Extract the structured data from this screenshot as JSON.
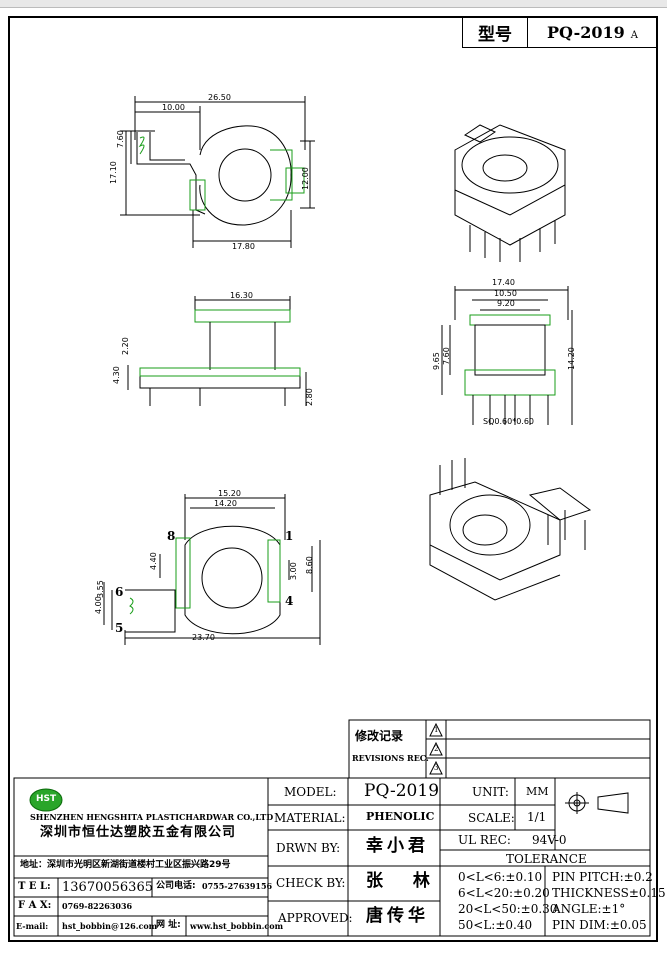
{
  "title_block": {
    "type_label": "型号",
    "part_no": "PQ-2019",
    "rev": "A"
  },
  "views": {
    "top": {
      "d1": "26.50",
      "d2": "10.00",
      "d3": "7.60",
      "d4": "17.10",
      "d5": "12.00",
      "d6": "17.80"
    },
    "side": {
      "d1": "16.30",
      "d2": "2.20",
      "d3": "4.30",
      "d4": "2.80"
    },
    "front": {
      "d1": "17.40",
      "d2": "10.50",
      "d3": "9.20",
      "d4": "7.60",
      "d5": "9.65",
      "d6": "14.20",
      "d7": "SQ0.60*0.60"
    },
    "bottom": {
      "d1": "15.20",
      "d2": "14.20",
      "d3": "4.40",
      "d4": "3.00",
      "d5": "8.60",
      "d6": "3.55",
      "d7": "4.00",
      "d8": "23.70",
      "pin8": "8",
      "pin1": "1",
      "pin6": "6",
      "pin4": "4",
      "pin5": "5"
    }
  },
  "revisions": {
    "label_cn": "修改记录",
    "label_en": "REVISIONS REC.",
    "marks": [
      "1",
      "2",
      "3"
    ]
  },
  "company": {
    "logo": "HST",
    "name_en": "SHENZHEN HENGSHITA PLASTICHARDWAR CO.,LTD",
    "name_cn": "深圳市恒仕达塑胶五金有限公司",
    "address": "地址：深圳市光明区新湖街道楼村工业区振兴路29号",
    "tel_label": "T E L:",
    "tel": "13670056365",
    "company_tel_label": "公司电话:",
    "company_tel": "0755-27639156",
    "fax_label": "F A X:",
    "fax": "0769-82263036",
    "email_label": "E-mail:",
    "email": "hst_bobbin@126.com",
    "web_label": "网 址:",
    "web": "www.hst_bobbin.com"
  },
  "spec": {
    "model_label": "MODEL:",
    "model": "PQ-2019",
    "material_label": "MATERIAL:",
    "material": "PHENOLIC",
    "drawn_label": "DRWN BY:",
    "drawn": "幸小君",
    "check_label": "CHECK BY:",
    "check": "张 林",
    "approved_label": "APPROVED:",
    "approved": "唐传华",
    "unit_label": "UNIT:",
    "unit": "MM",
    "scale_label": "SCALE:",
    "scale": "1/1",
    "ul_label": "UL REC:",
    "ul": "94V-0",
    "tolerance_label": "TOLERANCE",
    "tol": [
      "0<L<6:±0.10",
      "6<L<20:±0.20",
      "20<L<50:±0.30",
      "50<L:±0.40"
    ],
    "pin_pitch": "PIN PITCH:±0.2",
    "thickness": "THICKNESS±0.15",
    "angle": "ANGLE:±1°",
    "pin_dim": "PIN DIM:±0.05"
  }
}
